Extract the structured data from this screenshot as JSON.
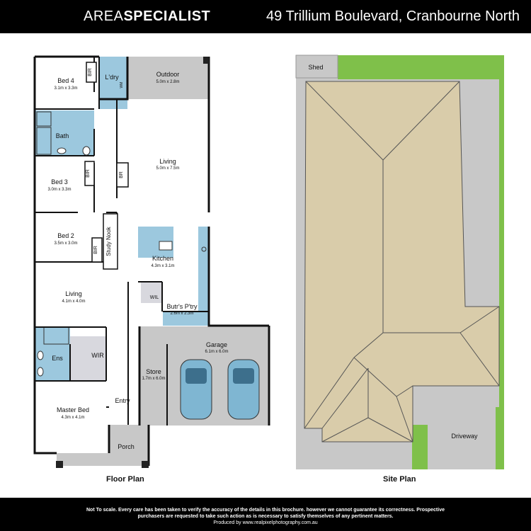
{
  "header": {
    "brand_light": "AREA",
    "brand_bold": "SPECIALIST",
    "address": "49 Trillium Boulevard, Cranbourne North"
  },
  "rooms": {
    "bed4": {
      "name": "Bed 4",
      "size": "3.1m x 3.3m"
    },
    "bir_bed4": "BIR",
    "laundry": "L'dry",
    "wm": "WM",
    "outdoor": {
      "name": "Outdoor",
      "size": "5.0m x 2.8m"
    },
    "bath": "Bath",
    "living_main": {
      "name": "Living",
      "size": "5.0m x 7.5m"
    },
    "br_hall": "BR",
    "bed3": {
      "name": "Bed 3",
      "size": "3.0m x 3.3m"
    },
    "bir_bed3": "BIR",
    "bed2": {
      "name": "Bed 2",
      "size": "3.5m x 3.0m"
    },
    "bir_bed2": "BIR",
    "study_nook": "Study Nook",
    "kitchen": {
      "name": "Kitchen",
      "size": "4.3m x 3.1m"
    },
    "living_front": {
      "name": "Living",
      "size": "4.1m x 4.0m"
    },
    "wil": "WIL",
    "butlers_pantry": {
      "name": "Butr's P'try",
      "size": "2.6m x 2.3m"
    },
    "ensuite": "Ens",
    "wir": "WIR",
    "garage": {
      "name": "Garage",
      "size": "6.1m x 6.0m"
    },
    "store": {
      "name": "Store",
      "size": "1.7m x 6.0m"
    },
    "entry": "Entry",
    "master_bed": {
      "name": "Master Bed",
      "size": "4.3m x 4.1m"
    },
    "porch": "Porch"
  },
  "site": {
    "shed": "Shed",
    "driveway": "Driveway"
  },
  "captions": {
    "floor_plan": "Floor Plan",
    "site_plan": "Site Plan"
  },
  "footer": {
    "line1": "Not To scale. Every care has been taken to verify the accuracy of the details in this brochure. however we cannot guarantee its correctness. Prospective",
    "line2": "purchasers are requested to take such action as is necessary to satisfy themselves of any pertinent matters.",
    "line3": "Produced by www.realpixelphotography.com.au"
  },
  "colors": {
    "wall": "#111111",
    "outdoor_grey": "#c8c8c8",
    "wet_area_blue": "#9cc8de",
    "wir_grey": "#d8d8de",
    "roof_tan": "#d9ccaa",
    "lawn_green": "#7fc04a",
    "site_grey": "#c8c8c8"
  }
}
